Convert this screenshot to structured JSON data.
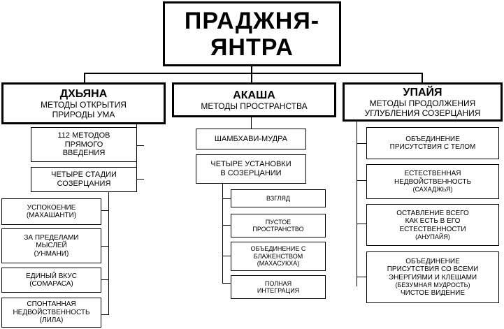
{
  "title": [
    "ПРАДЖНЯ-",
    "ЯНТРА"
  ],
  "columns": [
    {
      "title": "ДХЬЯНА",
      "subtitle": [
        "МЕТОДЫ ОТКРЫТИЯ",
        "ПРИРОДЫ УМА"
      ],
      "items": [
        [
          "112 МЕТОДОВ",
          "ПРЯМОГО",
          "ВВЕДЕНИЯ"
        ],
        [
          "ЧЕТЫРЕ СТАДИИ",
          "СОЗЕРЦАНИЯ"
        ]
      ],
      "subitems": [
        [
          "УСПОКОЕНИЕ",
          "(МАХАШАНТИ)"
        ],
        [
          "ЗА ПРЕДЕЛАМИ",
          "МЫСЛЕЙ",
          "(УНМАНИ)"
        ],
        [
          "ЕДИНЫЙ ВКУС",
          "(СОМАРАСА)"
        ],
        [
          "СПОНТАННАЯ",
          "НЕДВОЙСТВЕННОСТЬ",
          "(ЛИЛА)"
        ]
      ]
    },
    {
      "title": "АКАША",
      "subtitle": [
        "МЕТОДЫ ПРОСТРАНСТВА"
      ],
      "items": [
        [
          "ШАМБХАВИ-МУДРА"
        ],
        [
          "ЧЕТЫРЕ УСТАНОВКИ",
          "В СОЗЕРЦАНИИ"
        ]
      ],
      "subitems": [
        [
          "ВЗГЛЯД"
        ],
        [
          "ПУСТОЕ",
          "ПРОСТРАНСТВО"
        ],
        [
          "ОБЪЕДИНЕНИЕ С",
          "БЛАЖЕНСТВОМ",
          "(МАХАСУКХА)"
        ],
        [
          "ПОЛНАЯ",
          "ИНТЕГРАЦИЯ"
        ]
      ]
    },
    {
      "title": "УПАЙЯ",
      "subtitle": [
        "МЕТОДЫ ПРОДОЛЖЕНИЯ",
        "УГЛУБЛЕНИЯ СОЗЕРЦАНИЯ"
      ],
      "items": [
        [
          "ОБЪЕДИНЕНИЕ",
          "ПРИСУТСТВИЯ С ТЕЛОМ"
        ],
        [
          "ЕСТЕСТВЕННАЯ",
          "НЕДВОЙСТВЕННОСТЬ",
          "(САХАДЖЬЯ)"
        ],
        [
          "ОСТАВЛЕНИЕ ВСЕГО",
          "КАК ЕСТЬ В ЕГО",
          "ЕСТЕСТВЕННОСТИ",
          "(АНУПАЙЯ)"
        ],
        [
          "ОБЪЕДИНЕНИЕ",
          "ПРИСУТСТВИЯ СО ВСЕМИ",
          "ЭНЕРГИЯМИ И КЛЕШАМИ",
          "(БЕЗУМНАЯ МУДРОСТЬ)",
          "ЧИСТОЕ ВИДЕНИЕ"
        ]
      ]
    }
  ]
}
